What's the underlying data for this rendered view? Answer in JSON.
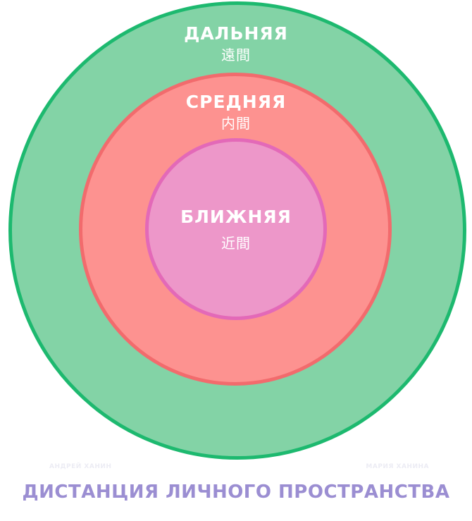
{
  "zones": {
    "far": {
      "name": "ДАЛЬНЯЯ",
      "kanji": "遠間",
      "fill": "#83d3a6",
      "stroke": "#1db96f"
    },
    "middle": {
      "name": "СРЕДНЯЯ",
      "kanji": "内間",
      "fill": "#fd9290",
      "stroke": "#f26b6d"
    },
    "near": {
      "name": "БЛИЖНЯЯ",
      "kanji": "近間",
      "fill": "#ed97c9",
      "stroke": "#e369b8"
    }
  },
  "credits": {
    "left": "АНДРЕЙ ХАНИН",
    "right": "МАРИЯ ХАНИНА"
  },
  "title": "ДИСТАНЦИЯ ЛИЧНОГО ПРОСТРАНСТВА",
  "colors": {
    "title": "#9b8ed2",
    "label": "#ffffff",
    "credit": "#ececf4"
  }
}
